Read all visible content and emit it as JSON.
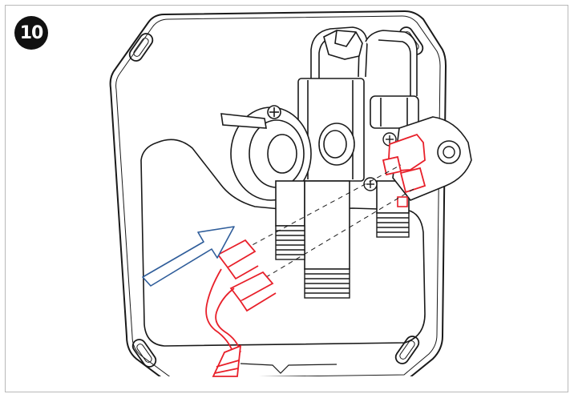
{
  "step": {
    "number": "10"
  },
  "colors": {
    "line": "#1a1a1a",
    "highlight": "#e8202a",
    "arrow": "#2f5d9a",
    "frame": "#b9b9b9"
  },
  "icons": {
    "step_marker": "numbered-circle",
    "direction": "hollow-arrow"
  }
}
